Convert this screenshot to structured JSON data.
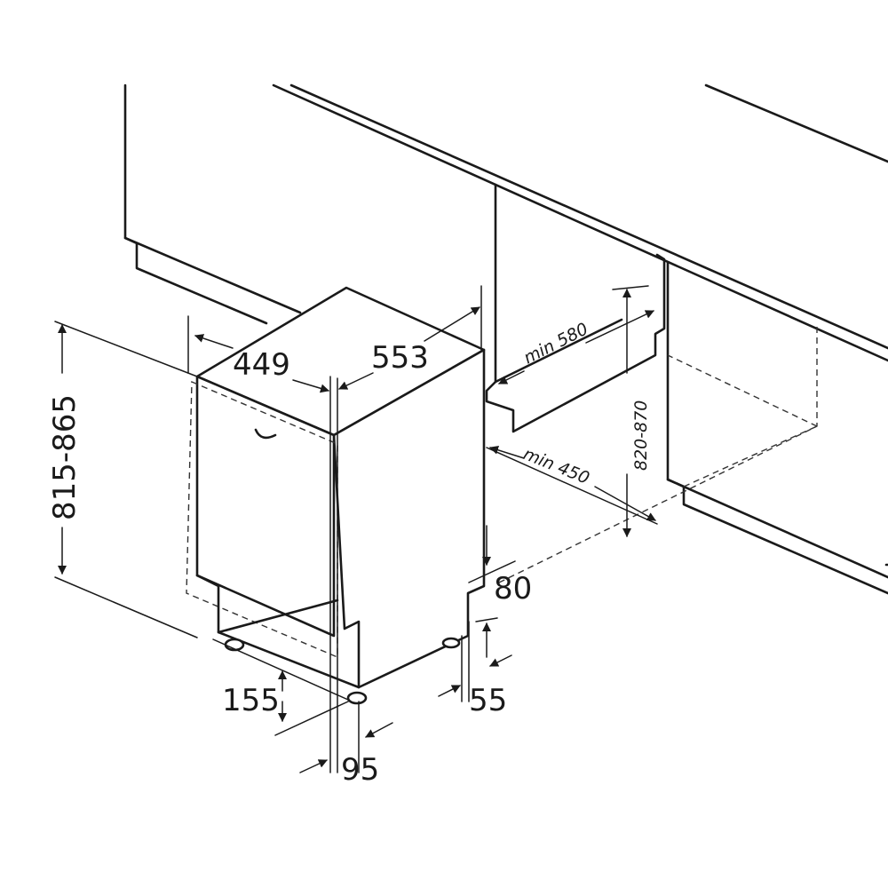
{
  "dimensions": {
    "depth": "553",
    "width": "449",
    "height": "815-865",
    "niche_height": "820-870",
    "niche_depth": "min 580",
    "niche_width": "min 450",
    "plinth_height": "80",
    "plinth_setback": "55",
    "foot_height": "155",
    "foot_setback": "95"
  },
  "colors": {
    "line": "#1a1a1a",
    "background": "#ffffff"
  }
}
